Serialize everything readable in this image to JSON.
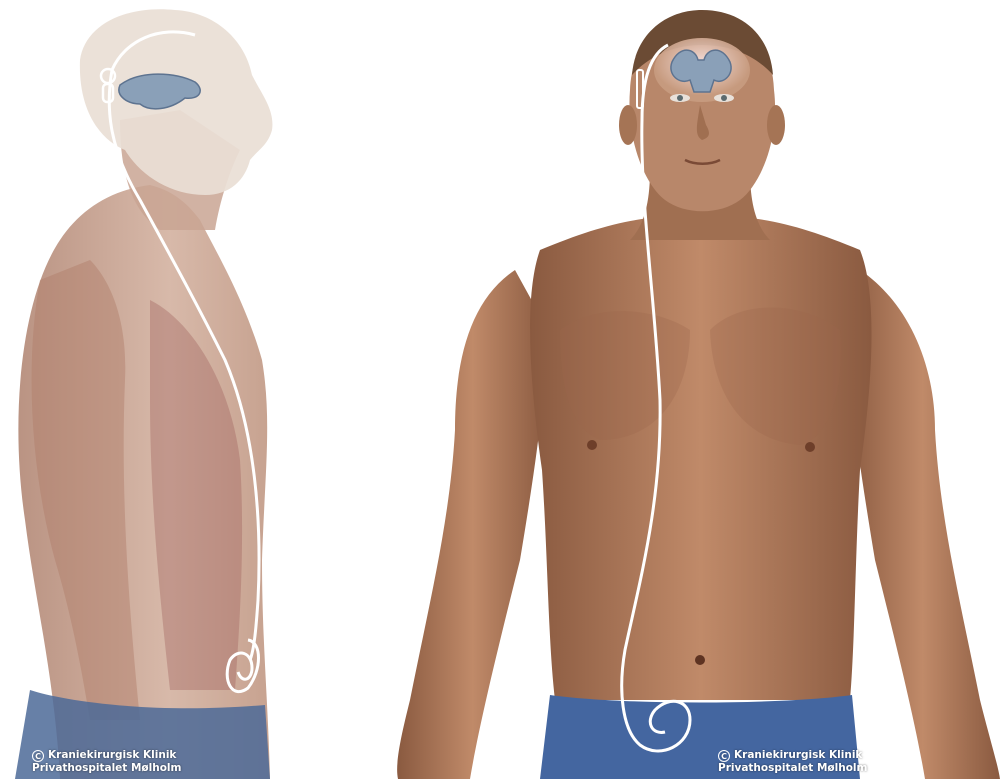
{
  "watermarks": [
    {
      "symbol": "C",
      "line1": "Kraniekirurgisk Klinik",
      "line2": "Privathospitalet Mølholm"
    },
    {
      "symbol": "C",
      "line1": "Kraniekirurgisk Klinik",
      "line2": "Privathospitalet Mølholm"
    }
  ],
  "colors": {
    "skin": "#b07d5e",
    "skin_shadow": "#7a4d36",
    "translucent_body": "#c9a08a",
    "shorts": "#3f5f8f",
    "shunt_tube": "#ffffff",
    "ventricles": "#8aa0b8",
    "background": "#ffffff"
  }
}
